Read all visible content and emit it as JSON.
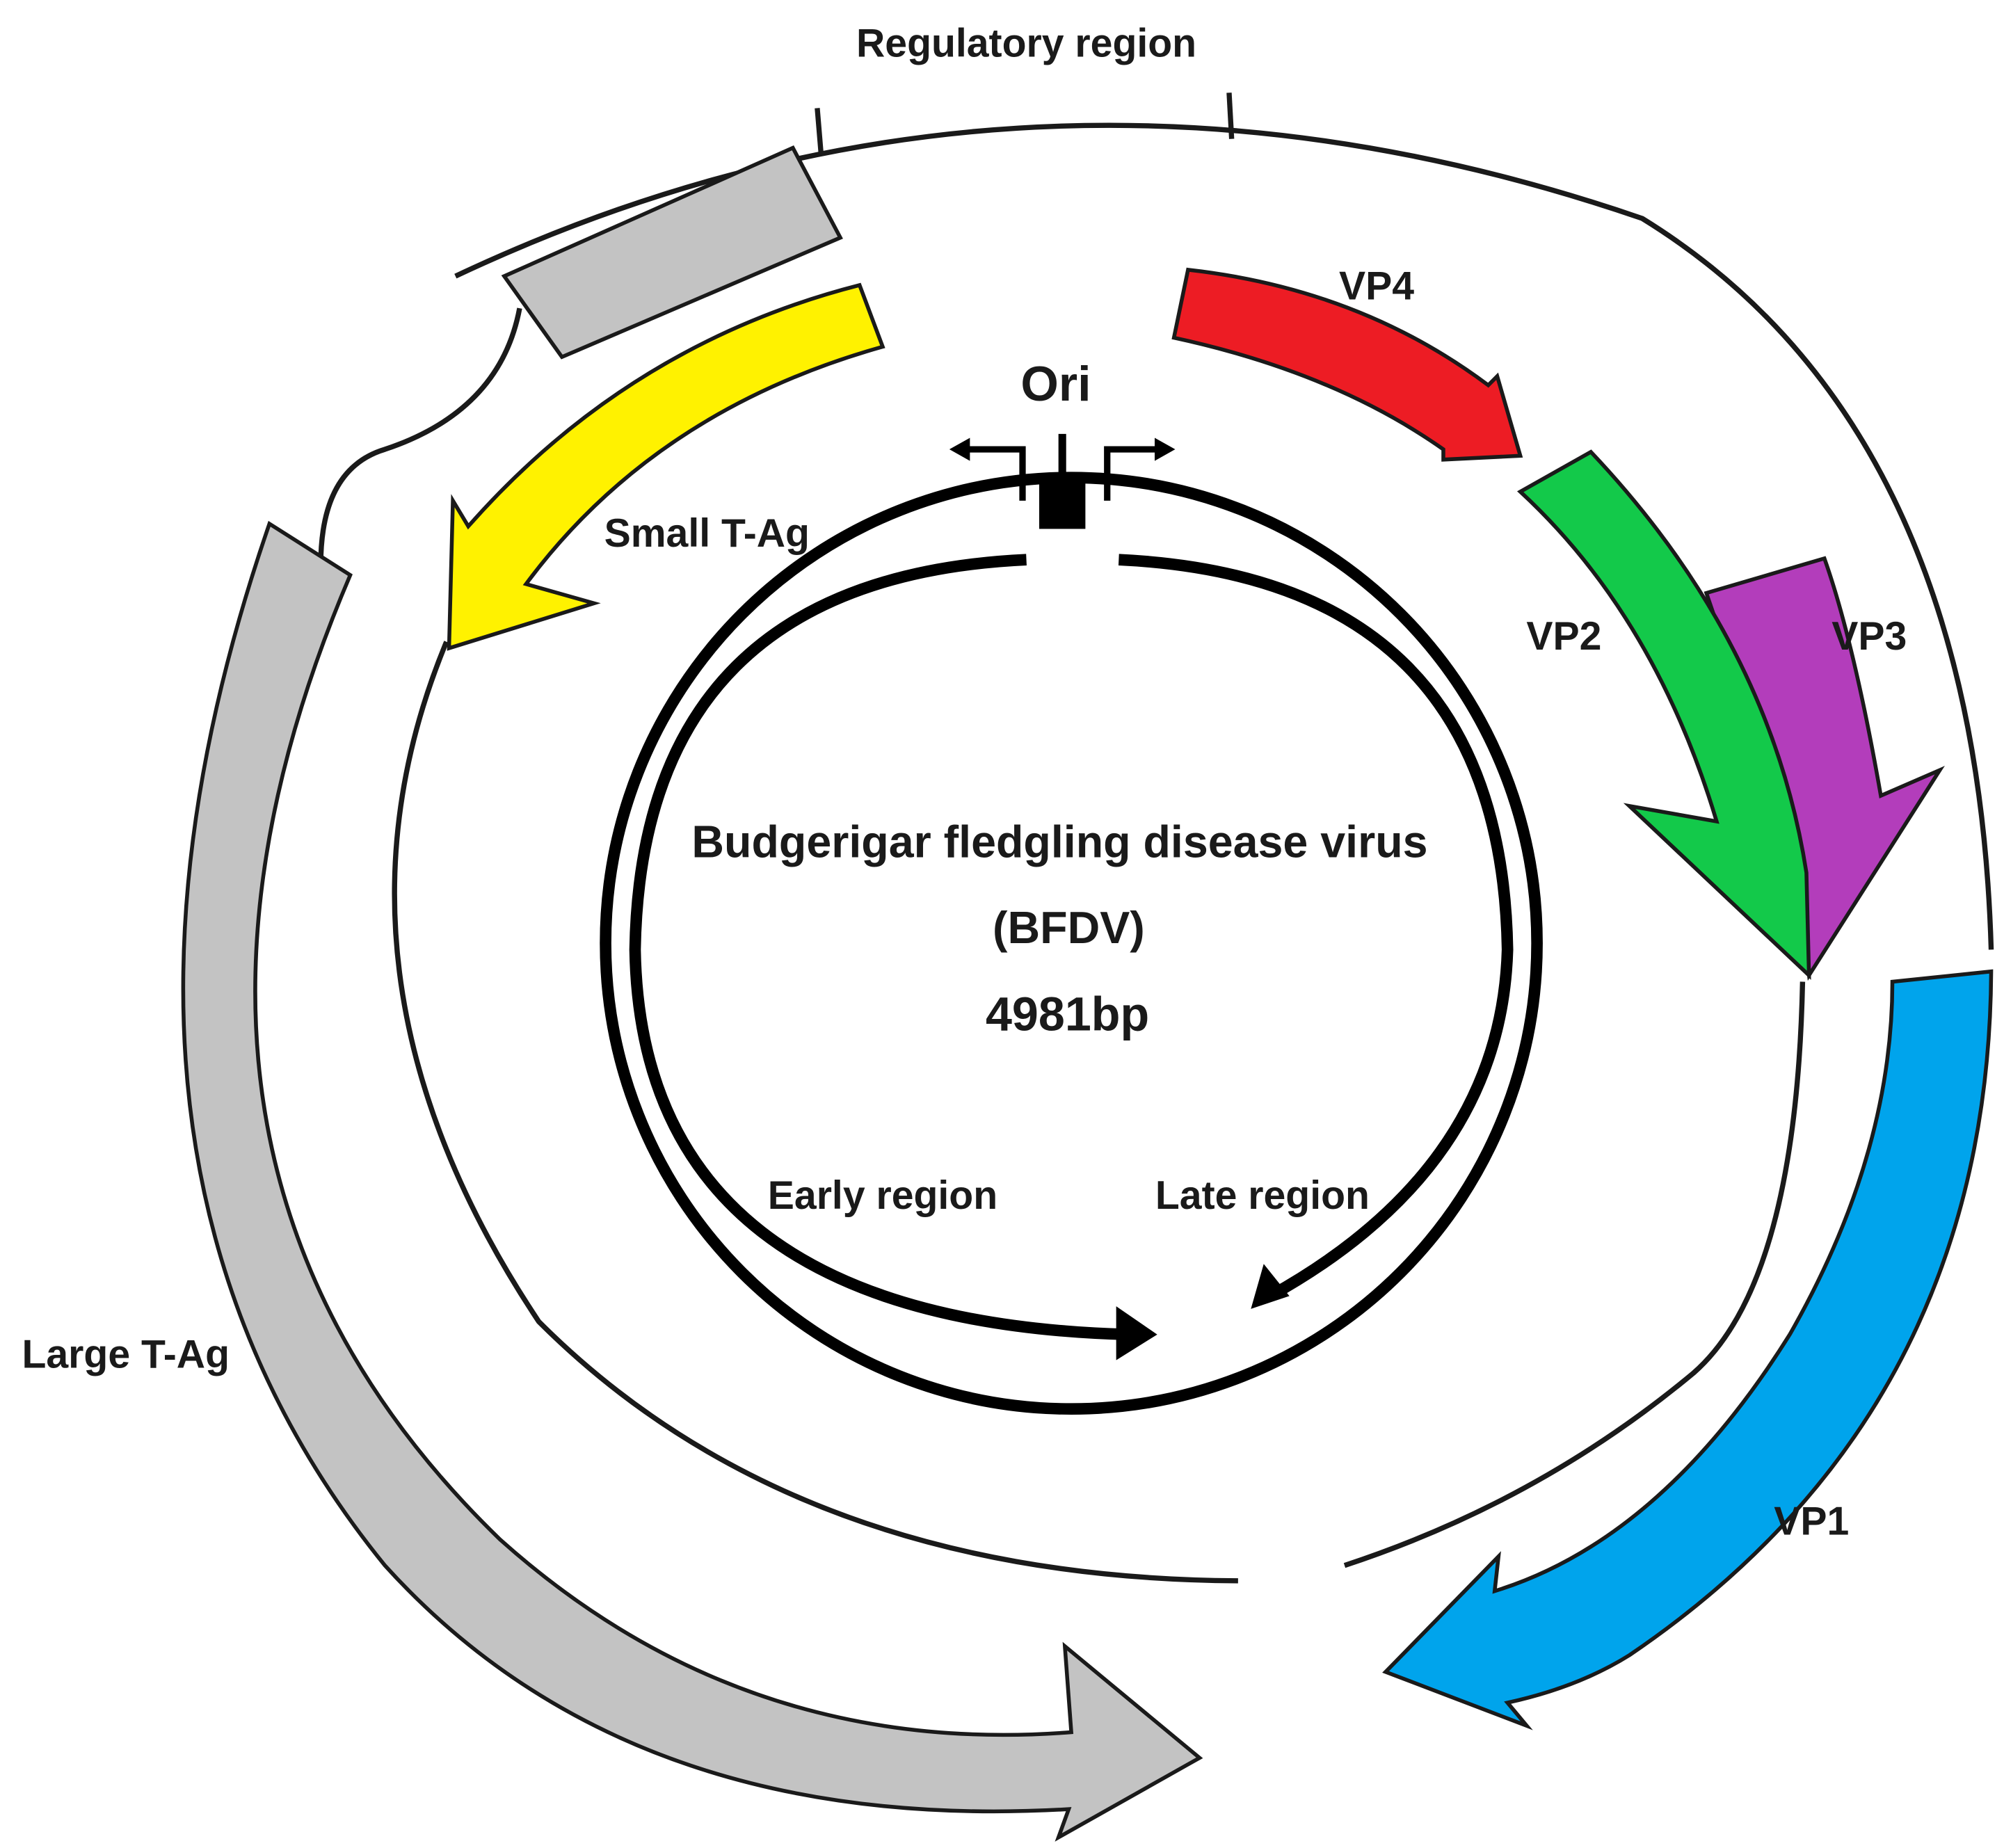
{
  "title": {
    "line1": "Budgerigar fledgling disease virus",
    "line2": "(BFDV)",
    "line3": "4981bp"
  },
  "labels": {
    "regulatory_region": "Regulatory region",
    "ori": "Ori",
    "small_t_ag": "Small T-Ag",
    "large_t_ag": "Large T-Ag",
    "vp1": "VP1",
    "vp2": "VP2",
    "vp3": "VP3",
    "vp4": "VP4",
    "early_region": "Early region",
    "late_region": "Late region"
  },
  "colors": {
    "small_t_ag": "#fff200",
    "large_t_ag": "#c3c3c3",
    "vp1": "#00a4ec",
    "vp2": "#13c94a",
    "vp3": "#b33dbb",
    "vp4": "#ed1c24",
    "line": "#1a1a1a"
  }
}
